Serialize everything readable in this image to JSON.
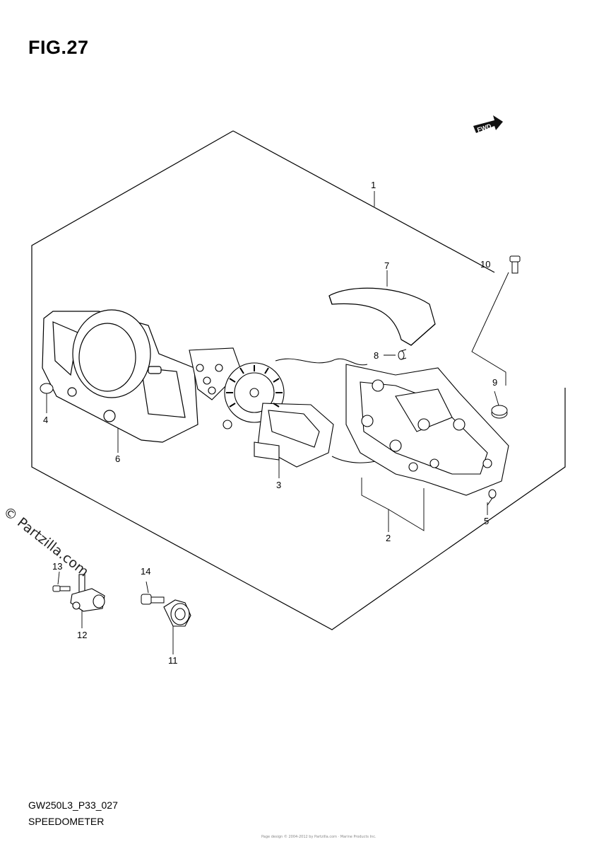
{
  "figure": {
    "title": "FIG.27"
  },
  "footer": {
    "code": "GW250L3_P33_027",
    "name": "SPEEDOMETER"
  },
  "watermark": {
    "text": "© Partzilla.com"
  },
  "credit": {
    "text": "Page design © 2004-2012 by Partzilla.com · Marine Products Inc."
  },
  "fwd_badge": {
    "text": "FWD"
  },
  "callouts": [
    {
      "id": "1",
      "label": "1"
    },
    {
      "id": "2",
      "label": "2"
    },
    {
      "id": "3",
      "label": "3"
    },
    {
      "id": "4",
      "label": "4"
    },
    {
      "id": "5",
      "label": "5"
    },
    {
      "id": "6",
      "label": "6"
    },
    {
      "id": "7",
      "label": "7"
    },
    {
      "id": "8",
      "label": "8"
    },
    {
      "id": "9",
      "label": "9"
    },
    {
      "id": "10",
      "label": "10"
    },
    {
      "id": "11",
      "label": "11"
    },
    {
      "id": "12",
      "label": "12"
    },
    {
      "id": "13",
      "label": "13"
    },
    {
      "id": "14",
      "label": "14"
    }
  ]
}
